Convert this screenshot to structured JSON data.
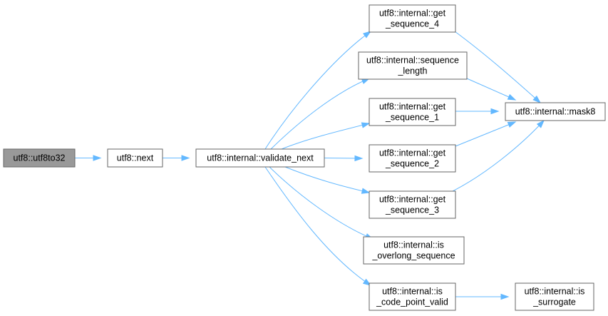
{
  "graph": {
    "nodes": {
      "utf8to32": {
        "lines": [
          "utf8::utf8to32"
        ]
      },
      "next": {
        "lines": [
          "utf8::next"
        ]
      },
      "validate_next": {
        "lines": [
          "utf8::internal::validate_next"
        ]
      },
      "get_sequence_4": {
        "lines": [
          "utf8::internal::get",
          "_sequence_4"
        ]
      },
      "sequence_length": {
        "lines": [
          "utf8::internal::sequence",
          "_length"
        ]
      },
      "get_sequence_1": {
        "lines": [
          "utf8::internal::get",
          "_sequence_1"
        ]
      },
      "get_sequence_2": {
        "lines": [
          "utf8::internal::get",
          "_sequence_2"
        ]
      },
      "get_sequence_3": {
        "lines": [
          "utf8::internal::get",
          "_sequence_3"
        ]
      },
      "is_overlong_sequence": {
        "lines": [
          "utf8::internal::is",
          "_overlong_sequence"
        ]
      },
      "is_code_point_valid": {
        "lines": [
          "utf8::internal::is",
          "_code_point_valid"
        ]
      },
      "mask8": {
        "lines": [
          "utf8::internal::mask8"
        ]
      },
      "is_surrogate": {
        "lines": [
          "utf8::internal::is",
          "_surrogate"
        ]
      }
    },
    "edges": [
      [
        "utf8to32",
        "next"
      ],
      [
        "next",
        "validate_next"
      ],
      [
        "validate_next",
        "get_sequence_4"
      ],
      [
        "validate_next",
        "sequence_length"
      ],
      [
        "validate_next",
        "get_sequence_1"
      ],
      [
        "validate_next",
        "get_sequence_2"
      ],
      [
        "validate_next",
        "get_sequence_3"
      ],
      [
        "validate_next",
        "is_overlong_sequence"
      ],
      [
        "validate_next",
        "is_code_point_valid"
      ],
      [
        "get_sequence_4",
        "mask8"
      ],
      [
        "sequence_length",
        "mask8"
      ],
      [
        "get_sequence_1",
        "mask8"
      ],
      [
        "get_sequence_2",
        "mask8"
      ],
      [
        "get_sequence_3",
        "mask8"
      ],
      [
        "is_code_point_valid",
        "is_surrogate"
      ]
    ],
    "colors": {
      "edge": "#63b8ff",
      "node_border": "#666666",
      "root_fill": "#999999",
      "node_fill": "#ffffff"
    }
  }
}
